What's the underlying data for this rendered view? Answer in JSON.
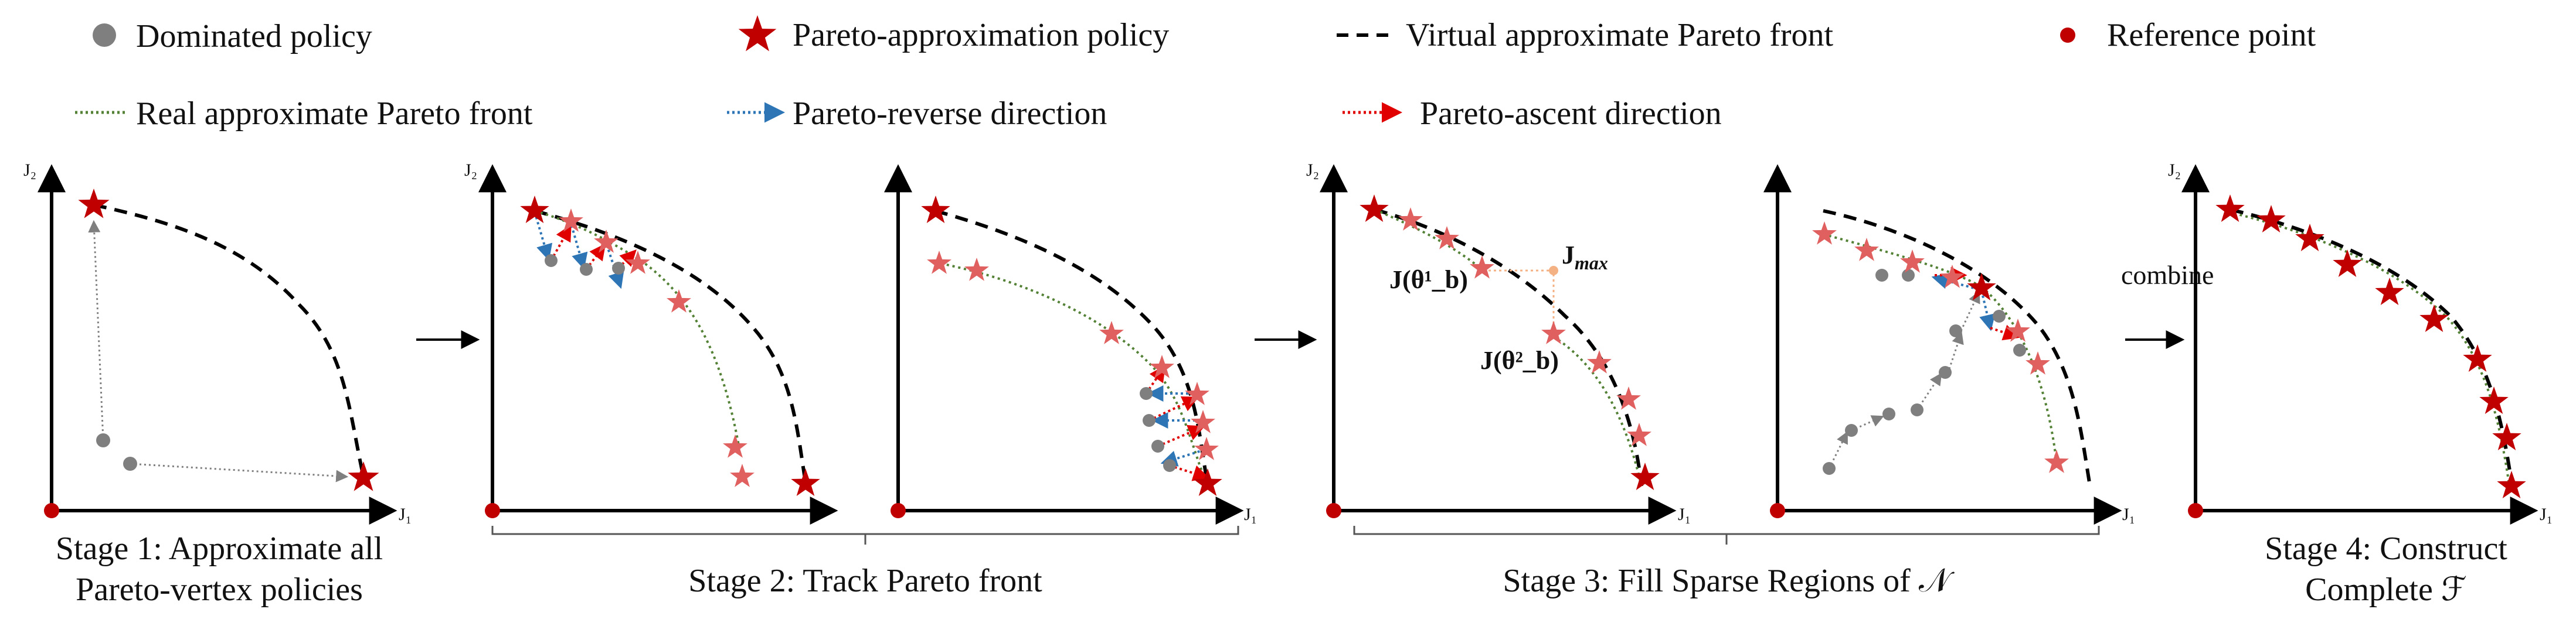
{
  "legend": {
    "dominated": "Dominated policy",
    "pareto_approx": "Pareto-approximation policy",
    "virtual_front": "Virtual approximate Pareto front",
    "reference": "Reference point",
    "real_front": "Real approximate Pareto front",
    "reverse_dir": "Pareto-reverse direction",
    "ascent_dir": "Pareto-ascent direction"
  },
  "axes": {
    "x": "J₁",
    "y": "J₂"
  },
  "captions": {
    "stage1_line1": "Stage 1: Approximate all",
    "stage1_line2": "Pareto-vertex policies",
    "stage2": "Stage 2: Track Pareto front",
    "stage3": "Stage 3: Fill Sparse Regions of 𝒩",
    "stage4_line1": "Stage 4: Construct",
    "stage4_line2": "Complete ℱ"
  },
  "annotations": {
    "j_max": "J",
    "j_max_sub": "max",
    "j_theta1": "J(θ¹_b)",
    "j_theta2": "J(θ²_b)",
    "combine": "combine"
  },
  "colors": {
    "star": "#c00000",
    "star_faded": "#e06060",
    "dominated": "#7f7f7f",
    "real_front": "#538135",
    "reverse": "#2e75b6",
    "ascent": "#e00000",
    "jmax": "#f4b183"
  }
}
